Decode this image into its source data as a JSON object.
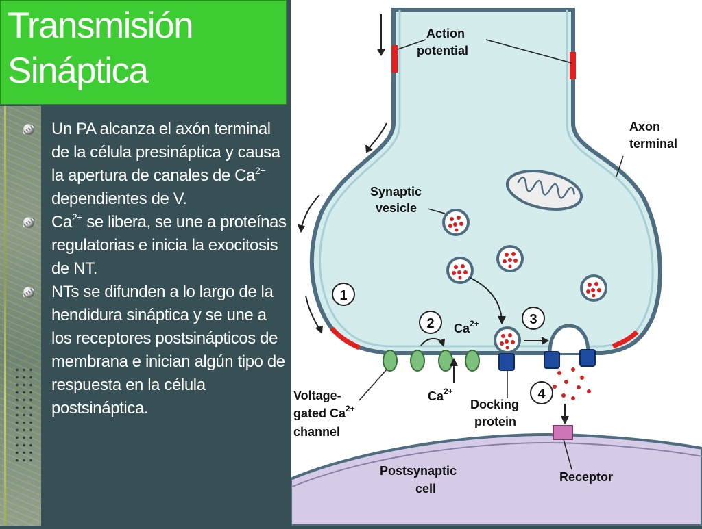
{
  "slide": {
    "title_line1": "Transmisión",
    "title_line2": "Sináptica",
    "bullets": [
      {
        "text": "Un PA alcanza el axón terminal de la célula presináptica y causa la apertura de canales de Ca",
        "sup": "2+",
        "tail": " dependientes de V."
      },
      {
        "text": "Ca",
        "sup": "2+",
        "tail": " se libera, se une a proteínas regulatorias e inicia la exocitosis de NT."
      },
      {
        "text": "NTs se difunden a lo largo de la hendidura sináptica y se une a los receptores postsinápticos de membrana e inician algún tipo de respuesta en la célula postsináptica.",
        "sup": "",
        "tail": ""
      }
    ]
  },
  "diagram": {
    "labels": {
      "action_potential_1": "Action",
      "action_potential_2": "potential",
      "axon_terminal_1": "Axon",
      "axon_terminal_2": "terminal",
      "synaptic_vesicle_1": "Synaptic",
      "synaptic_vesicle_2": "vesicle",
      "voltage_gated_1": "Voltage-",
      "voltage_gated_2": "gated Ca",
      "voltage_gated_sup": "2+",
      "voltage_gated_3": "channel",
      "ca": "Ca",
      "ca_sup": "2+",
      "docking_1": "Docking",
      "docking_2": "protein",
      "postsynaptic_1": "Postsynaptic",
      "postsynaptic_2": "cell",
      "receptor": "Receptor"
    },
    "steps": [
      "1",
      "2",
      "3",
      "4"
    ],
    "colors": {
      "terminal_fill": "#d4ecec",
      "membrane": "#4e6d80",
      "postsynaptic_fill": "#d6cbe6",
      "action_potential": "#e32020",
      "channel": "#7bc07b",
      "docking": "#1e4aa0",
      "receptor": "#cf76b8",
      "nt_dot": "#d81f1f"
    }
  }
}
